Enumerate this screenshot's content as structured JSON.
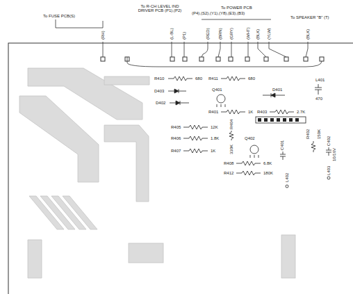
{
  "diagram": {
    "labels": [
      "To FUSE PCB(S)",
      "To R-CH LEVEL IND DRIVER PCB (P1),(P2)",
      "To POWER PCB",
      "(P4),(S2),(Y1),(Y8),(E3),(B3)",
      "To SPEAKER \"B\" (T)",
      "(RH)",
      "(L-BL)",
      "(P1)",
      "(RED)",
      "(BRN)",
      "(GRY)",
      "(WHT)",
      "(BLK)",
      "(YLW)",
      "(BLK)",
      "R410",
      "680",
      "R411",
      "680",
      "D403",
      "D402",
      "Q401",
      "D401",
      "L401",
      "470",
      "R401",
      "1K",
      "R403",
      "2.7K",
      "R405",
      "12K",
      "R406",
      "1.8K",
      "R407",
      "1K",
      "R404",
      "330K",
      "Q402",
      "R408",
      "6.8K",
      "R412",
      "180K",
      "C401",
      "L402",
      "R402",
      "150K",
      "C402",
      "10/16V",
      "L403"
    ]
  }
}
